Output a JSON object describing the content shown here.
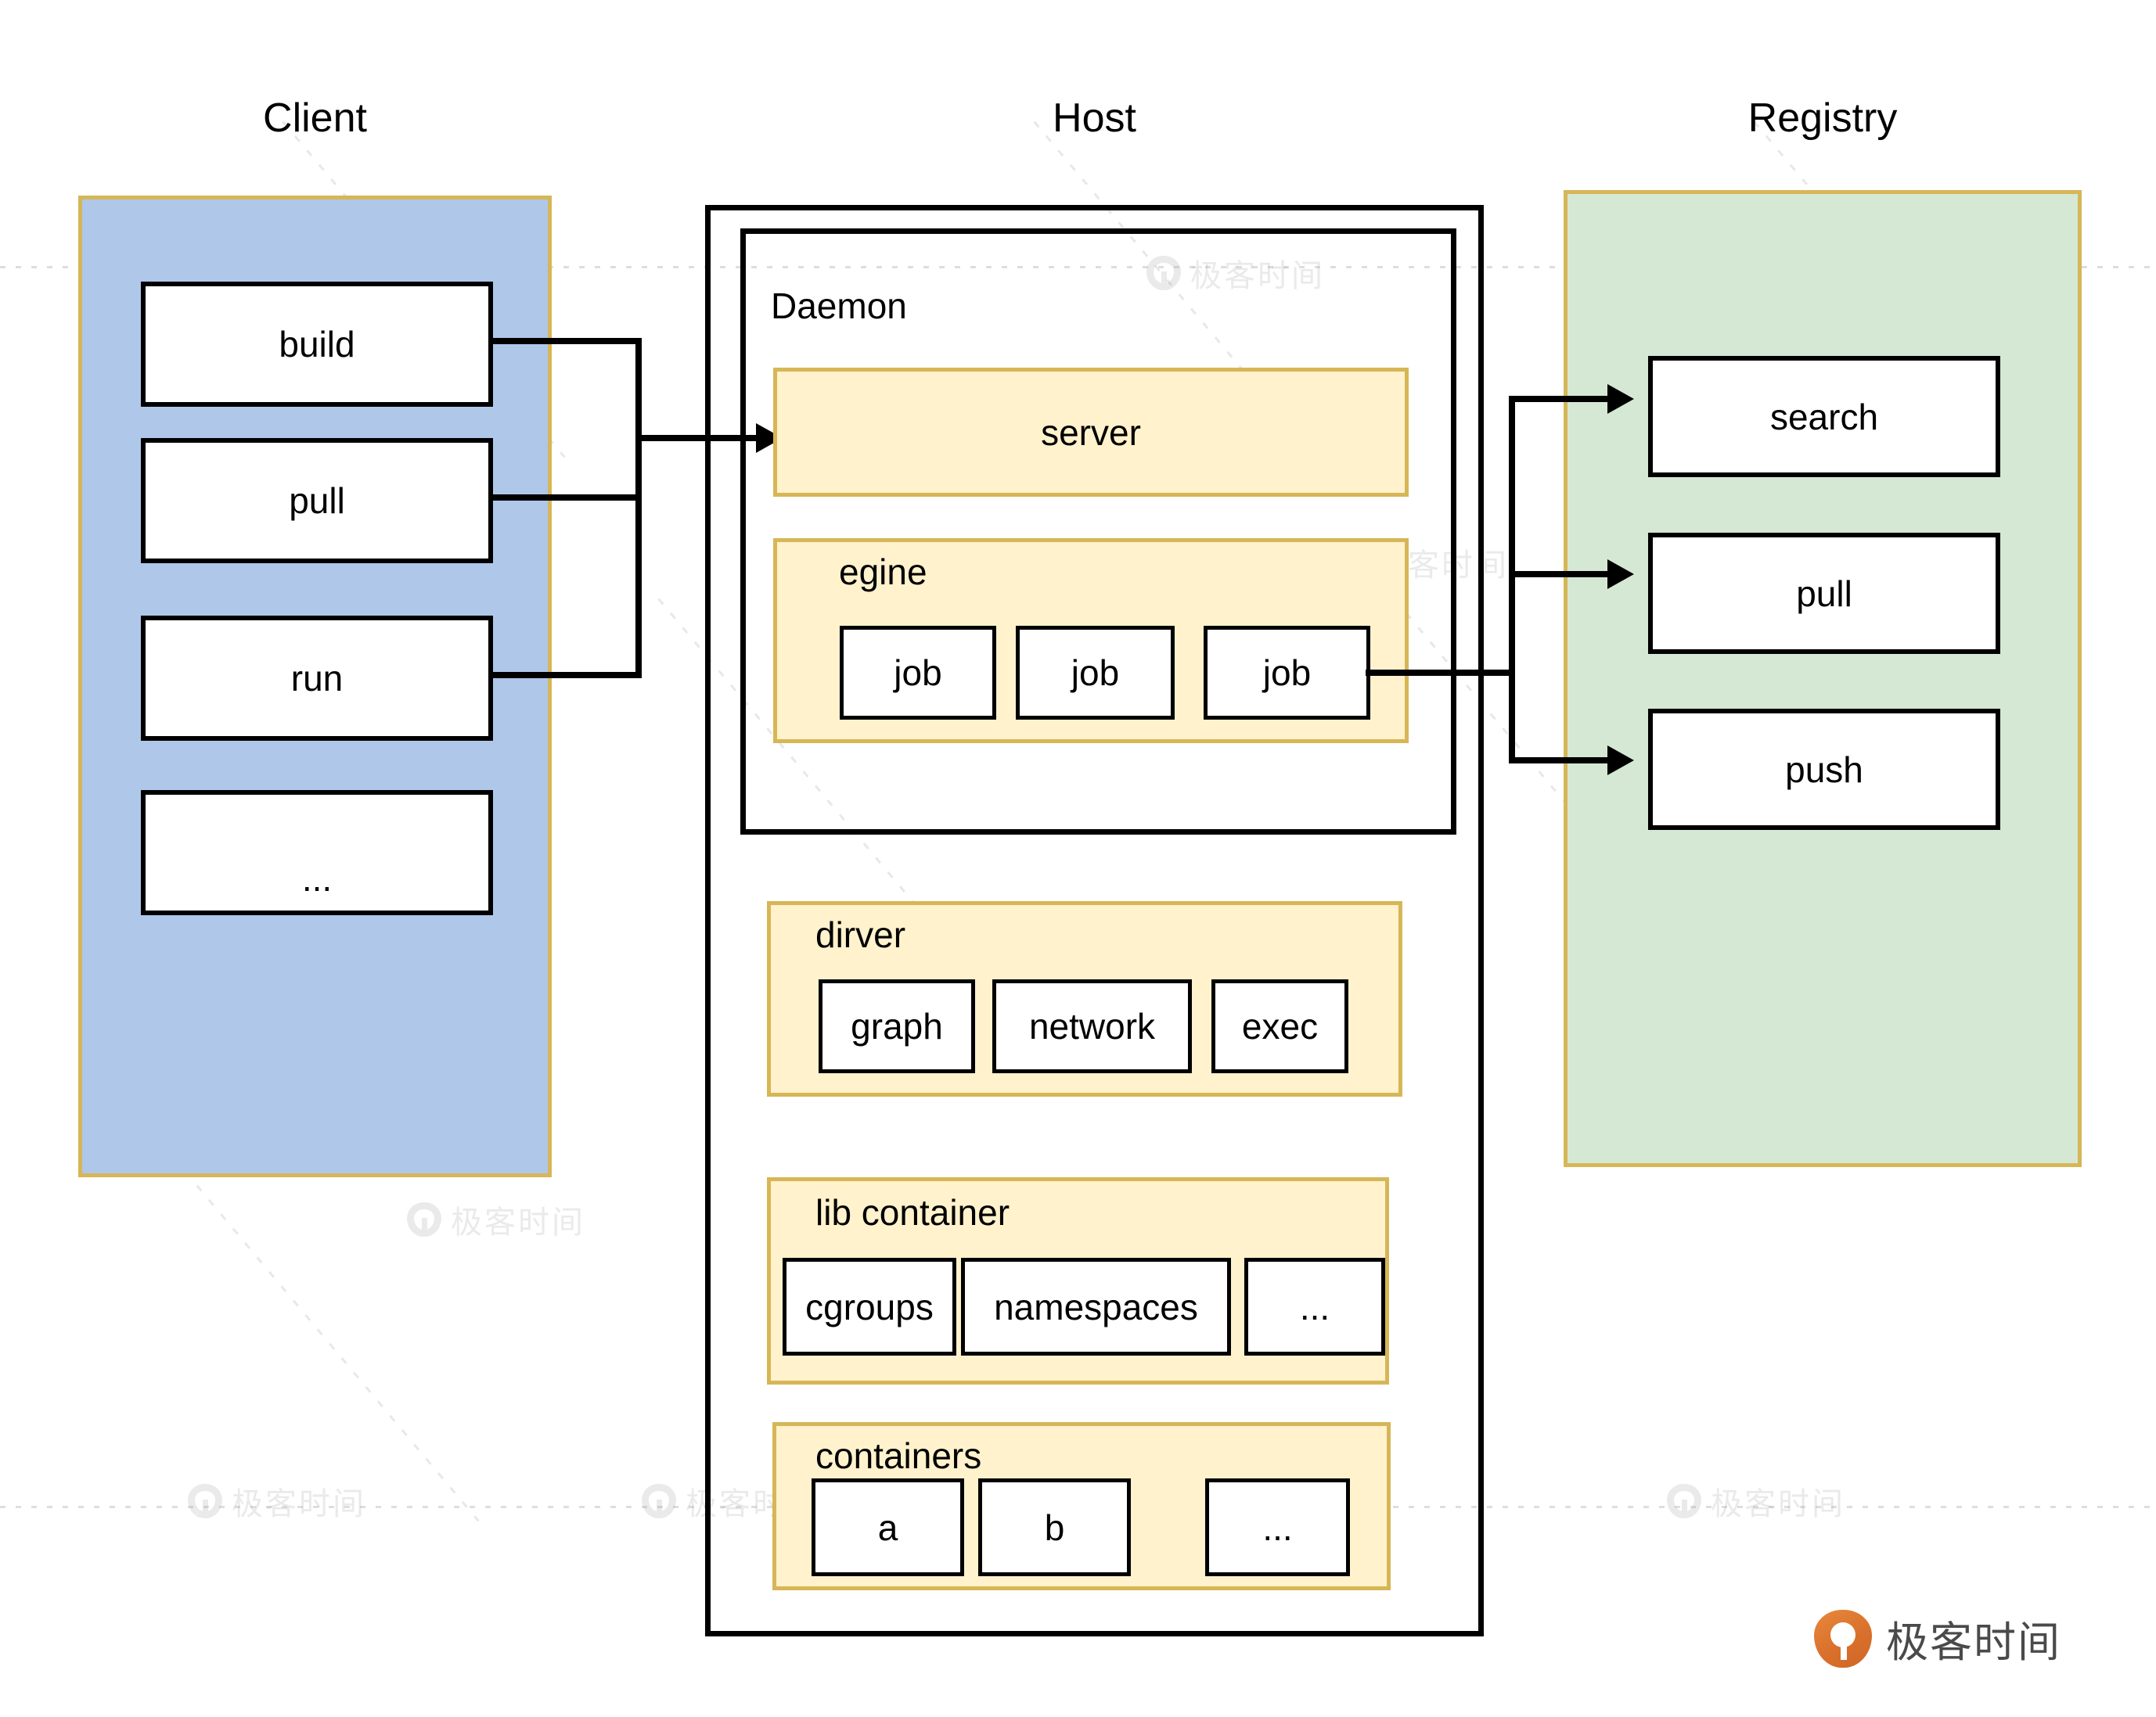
{
  "diagram": {
    "title_client": "Client",
    "title_host": "Host",
    "title_registry": "Registry"
  },
  "client": {
    "commands": [
      {
        "label": "build"
      },
      {
        "label": "pull"
      },
      {
        "label": "run"
      },
      {
        "label": "..."
      }
    ]
  },
  "host": {
    "daemon_label": "Daemon",
    "server_label": "server",
    "engine": {
      "label": "egine",
      "jobs": [
        {
          "label": "job"
        },
        {
          "label": "job"
        },
        {
          "label": "job"
        }
      ]
    },
    "driver": {
      "label": "dirver",
      "items": [
        {
          "label": "graph"
        },
        {
          "label": "network"
        },
        {
          "label": "exec"
        }
      ]
    },
    "libcontainer": {
      "label": "lib container",
      "items": [
        {
          "label": "cgroups"
        },
        {
          "label": "namespaces"
        },
        {
          "label": "..."
        }
      ]
    },
    "containers": {
      "label": "containers",
      "items": [
        {
          "label": "a"
        },
        {
          "label": "b"
        },
        {
          "label": "..."
        }
      ]
    }
  },
  "registry": {
    "operations": [
      {
        "label": "search"
      },
      {
        "label": "pull"
      },
      {
        "label": "push"
      }
    ]
  },
  "branding": {
    "logo_text": "极客时间",
    "watermark_text": "极客时间"
  },
  "colors": {
    "client_fill": "#afc7e9",
    "registry_fill": "#d5e8d4",
    "panel_fill": "#fff2cc",
    "panel_border": "#d6b656",
    "line": "#000000",
    "brand_orange": "#d9712c"
  }
}
